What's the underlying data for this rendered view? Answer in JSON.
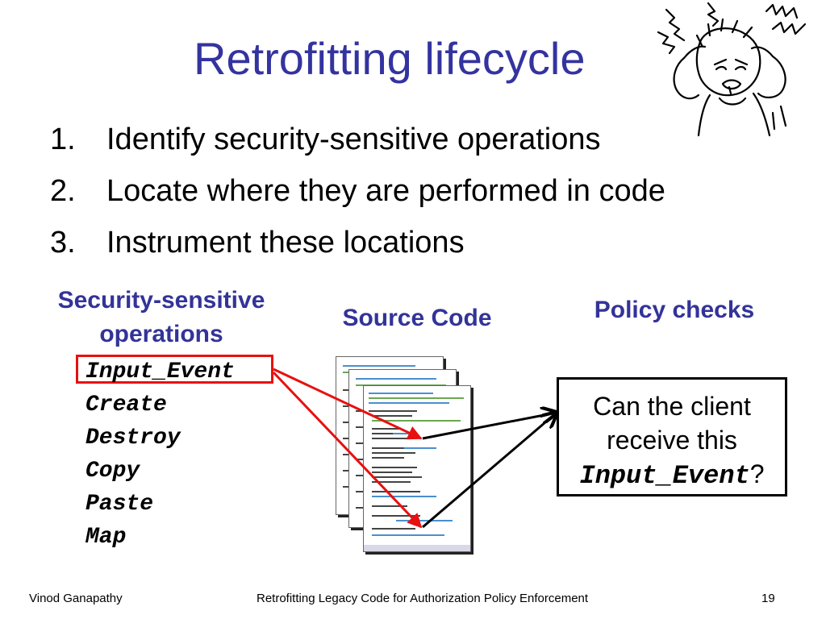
{
  "slide": {
    "title": "Retrofitting lifecycle",
    "steps": [
      {
        "num": "1.",
        "text": "Identify security-sensitive operations"
      },
      {
        "num": "2.",
        "text": "Locate where they are performed in code"
      },
      {
        "num": "3.",
        "text": "Instrument these locations"
      }
    ]
  },
  "diagram": {
    "ops_header_line1": "Security-sensitive",
    "ops_header_line2": "operations",
    "source_header": "Source Code",
    "policy_header": "Policy checks",
    "operations": [
      "Input_Event",
      "Create",
      "Destroy",
      "Copy",
      "Paste",
      "Map"
    ],
    "policy_check_line1": "Can the client",
    "policy_check_line2": "receive this",
    "policy_check_term": "Input_Event",
    "policy_check_suffix": "?",
    "colors": {
      "title": "#3333a0",
      "header": "#333399",
      "highlight": "#e81010",
      "arrow": "#000000"
    }
  },
  "footer": {
    "author": "Vinod Ganapathy",
    "talk": "Retrofitting Legacy Code for Authorization Policy Enforcement",
    "page": "19"
  }
}
